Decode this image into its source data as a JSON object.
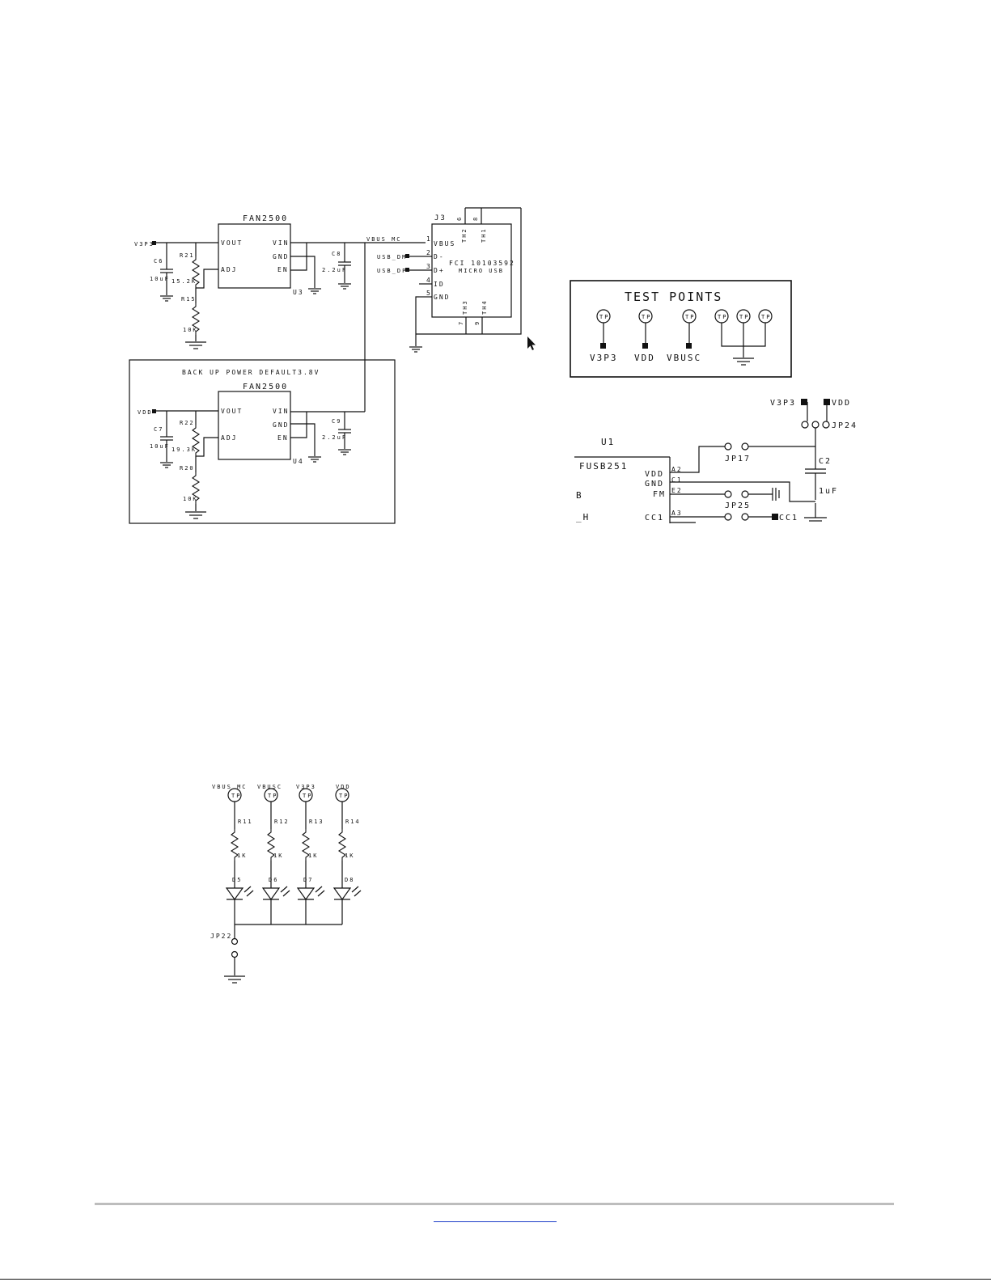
{
  "main_regulator": {
    "chip_name": "FAN2500",
    "ref": "U3",
    "pins": {
      "vout": "VOUT",
      "adj": "ADJ",
      "vin": "VIN",
      "gnd": "GND",
      "en": "EN"
    },
    "input_net": "V3P3",
    "c_out_ref": "C6",
    "c_out_val": "10uF",
    "r_top_ref": "R21",
    "r_top_val": "15.2K",
    "r_bot_ref": "R15",
    "r_bot_val": "10K",
    "c_in_ref": "C8",
    "c_in_val": "2.2uF"
  },
  "backup_regulator": {
    "title": "BACK UP POWER DEFAULT3.8V",
    "chip_name": "FAN2500",
    "ref": "U4",
    "pins": {
      "vout": "VOUT",
      "adj": "ADJ",
      "vin": "VIN",
      "gnd": "GND",
      "en": "EN"
    },
    "input_net": "VDD",
    "c_out_ref": "C7",
    "c_out_val": "10uF",
    "r_top_ref": "R22",
    "r_top_val": "19.3K",
    "r_bot_ref": "R20",
    "r_bot_val": "10K",
    "c_in_ref": "C9",
    "c_in_val": "2.2uF"
  },
  "usb_connector": {
    "ref": "J3",
    "net_vbus": "VBUS_MC",
    "net_dm": "USB_DM",
    "net_dp": "USB_DP",
    "part_number": "FCI 10103592",
    "part_desc": "MICRO USB",
    "pins": [
      {
        "num": "1",
        "name": "VBUS"
      },
      {
        "num": "2",
        "name": "D-"
      },
      {
        "num": "3",
        "name": "D+"
      },
      {
        "num": "4",
        "name": "ID"
      },
      {
        "num": "5",
        "name": "GND"
      }
    ],
    "top_tabs": [
      {
        "num": "6",
        "name": "TH2"
      },
      {
        "num": "8",
        "name": "TH1"
      }
    ],
    "bottom_tabs": [
      {
        "num": "7",
        "name": "TH3"
      },
      {
        "num": "9",
        "name": "TH4"
      }
    ]
  },
  "test_points": {
    "title": "TEST POINTS",
    "tp_label": "TP",
    "labeled": [
      "V3P3",
      "VDD",
      "VBUSC"
    ]
  },
  "fusb": {
    "ref": "U1",
    "part": "FUSB251",
    "pins": [
      {
        "name": "VDD",
        "ball": "A2"
      },
      {
        "name": "GND",
        "ball": "C1"
      },
      {
        "name": "FM",
        "ball": "E2"
      },
      {
        "name": "CC1",
        "ball": "A3"
      }
    ],
    "left_frag_1": "B",
    "left_frag_2": "_H",
    "net_v3p3": "V3P3",
    "net_vdd": "VDD",
    "net_cc1": "CC1",
    "jp24": "JP24",
    "jp17": "JP17",
    "jp25": "JP25",
    "cap_ref": "C2",
    "cap_val": "1uF"
  },
  "leds": {
    "tp_label": "TP",
    "jumper": "JP22",
    "channels": [
      {
        "net": "VBUS_MC",
        "r_ref": "R11",
        "r_val": "1K",
        "d_ref": "D5"
      },
      {
        "net": "VBUSC",
        "r_ref": "R12",
        "r_val": "1K",
        "d_ref": "D6"
      },
      {
        "net": "V3P3",
        "r_ref": "R13",
        "r_val": "1K",
        "d_ref": "D7"
      },
      {
        "net": "VDD",
        "r_ref": "R14",
        "r_val": "1K",
        "d_ref": "D8"
      }
    ]
  }
}
